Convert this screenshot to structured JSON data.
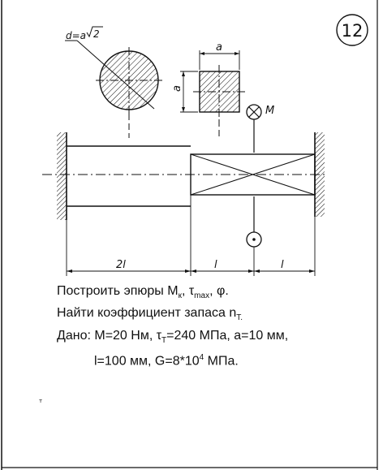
{
  "badge": "12",
  "section_circle_label": "d=a",
  "section_circle_radicand": "2",
  "section_square_width_label": "a",
  "section_square_height_label": "a",
  "moment_label": "M",
  "dims": {
    "left_segment": "2l",
    "mid_segment": "l",
    "right_segment": "l"
  },
  "task": {
    "line1": {
      "prefix": "Построить эпюры M",
      "sub1": "к",
      "mid": ", τ",
      "sub2": "max",
      "suffix": ", φ."
    },
    "line2": {
      "prefix": "Найти коэффициент запаса n",
      "sub": "T."
    },
    "line3": {
      "prefix": "Дано: M=20 Нм, τ",
      "sub": "T",
      "suffix": "=240 МПа, a=10 мм,"
    },
    "line4": {
      "prefix": "l=100 мм, G=8*10",
      "sup": "4",
      "suffix": " МПа."
    }
  },
  "stray_mark": "т"
}
